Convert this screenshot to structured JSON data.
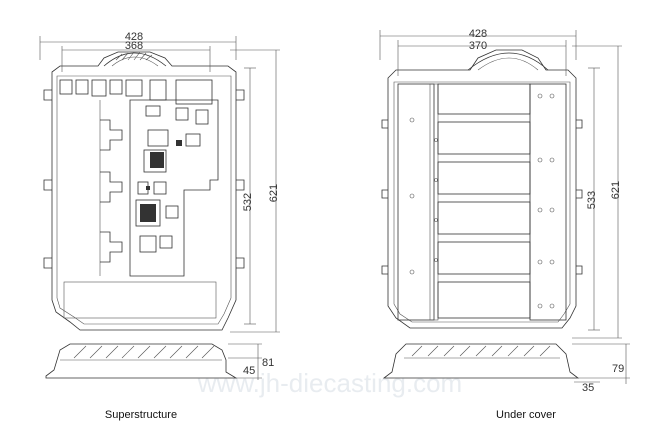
{
  "left_view": {
    "dim_width_outer": "428",
    "dim_width_inner": "368",
    "dim_height_inner": "532",
    "dim_height_outer": "621",
    "section_dim_total": "81",
    "section_dim_part": "45",
    "caption": "Superstructure"
  },
  "right_view": {
    "dim_width_outer": "428",
    "dim_width_inner": "370",
    "dim_height_inner": "533",
    "dim_height_outer": "621",
    "section_dim_total": "79",
    "section_dim_part": "35",
    "caption": "Under cover"
  },
  "watermark": "www.jh-diecasting.com"
}
